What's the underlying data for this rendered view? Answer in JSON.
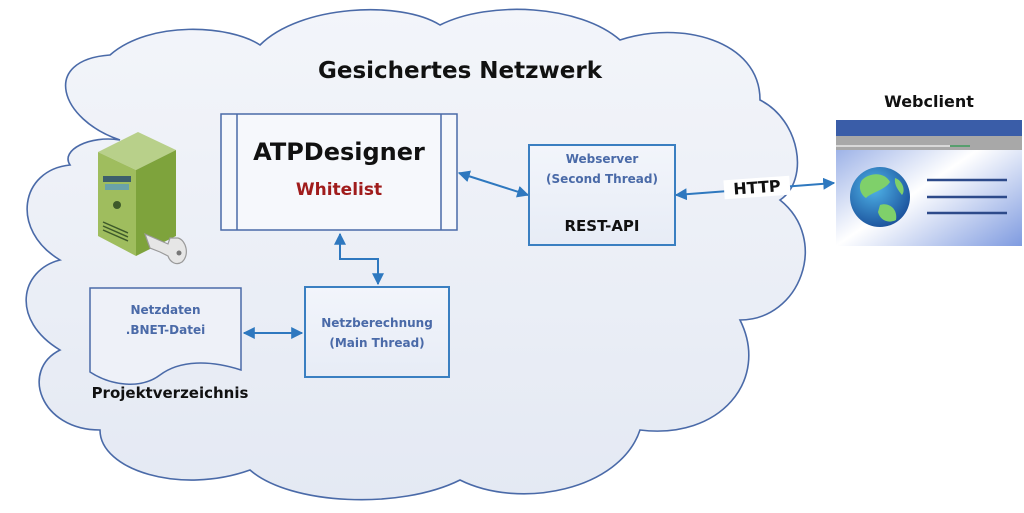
{
  "network": {
    "title": "Gesichertes Netzwerk"
  },
  "atpdesigner": {
    "title": "ATPDesigner",
    "subtitle": "Whitelist"
  },
  "webserver": {
    "line1": "Webserver",
    "line2": "(Second Thread)",
    "api": "REST-API"
  },
  "netzberechnung": {
    "line1": "Netzberechnung",
    "line2": "(Main Thread)"
  },
  "netzdaten": {
    "line1": "Netzdaten",
    "line2": ".BNET-Datei",
    "caption": "Projektverzeichnis"
  },
  "webclient": {
    "title": "Webclient"
  },
  "connection": {
    "protocol": "HTTP"
  },
  "icons": {
    "server": "secure-server-icon",
    "browser": "web-browser-globe-icon"
  },
  "colors": {
    "accent": "#3a7fc1",
    "text_blue": "#4a6aa8",
    "whitelist": "#a01c1c",
    "cloud_fill": "#e9edf6",
    "cloud_stroke": "#4a6aa8"
  }
}
